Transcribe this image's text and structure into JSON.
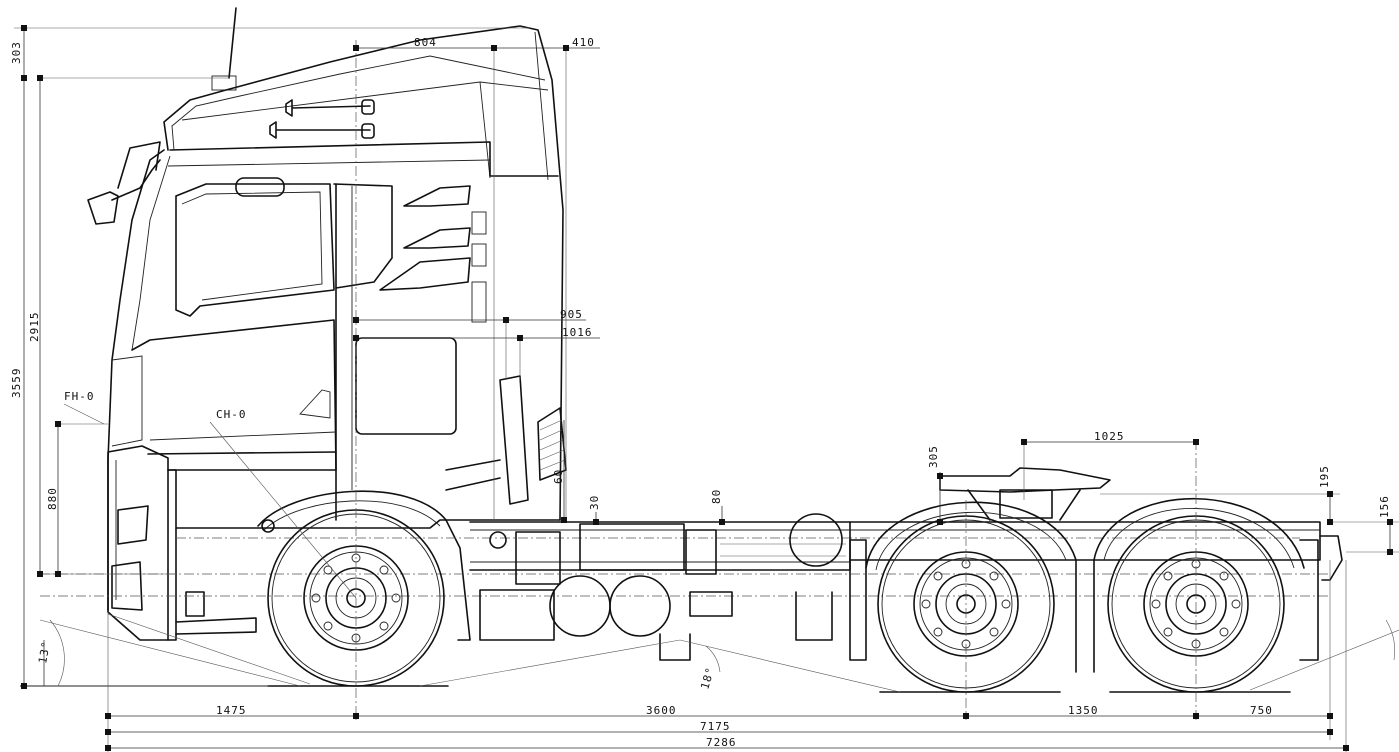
{
  "dimensions": {
    "cab_roof_extra": "303",
    "overall_height": "3559",
    "cab_height": "2915",
    "front_height": "880",
    "cab_top": "804",
    "roof_rear": "410",
    "cab_rear_a": "905",
    "cab_rear_b": "1016",
    "gap_a": "60",
    "gap_b": "30",
    "frame": "80",
    "fifth_wheel_height": "305",
    "fifth_wheel_offset": "1025",
    "rear_height": "195",
    "rear_hitch": "156",
    "approach_angle": "13°",
    "ramp_angle": "18°",
    "front_overhang": "1475",
    "wheelbase": "3600",
    "tandem": "1350",
    "rear_overhang": "750",
    "length_a": "7175",
    "length_b": "7286"
  },
  "markers": {
    "front_height_ref": "FH-0",
    "chassis_height_ref": "CH-0"
  }
}
